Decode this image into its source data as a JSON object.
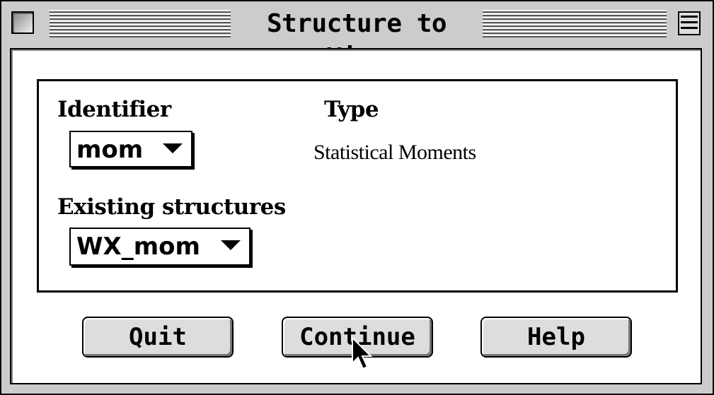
{
  "window": {
    "title": "Structure to View"
  },
  "form": {
    "identifier_label": "Identifier",
    "type_label": "Type",
    "identifier_value": "mom",
    "type_value": "Statistical Moments",
    "existing_label": "Existing structures",
    "existing_value": "WX_mom"
  },
  "buttons": {
    "quit": "Quit",
    "continue": "Continue",
    "help": "Help"
  },
  "icons": {
    "close": "close-box-icon",
    "zoom": "zoom-box-icon",
    "popup_arrow": "triangle-down-icon",
    "cursor": "arrow-cursor-icon"
  }
}
